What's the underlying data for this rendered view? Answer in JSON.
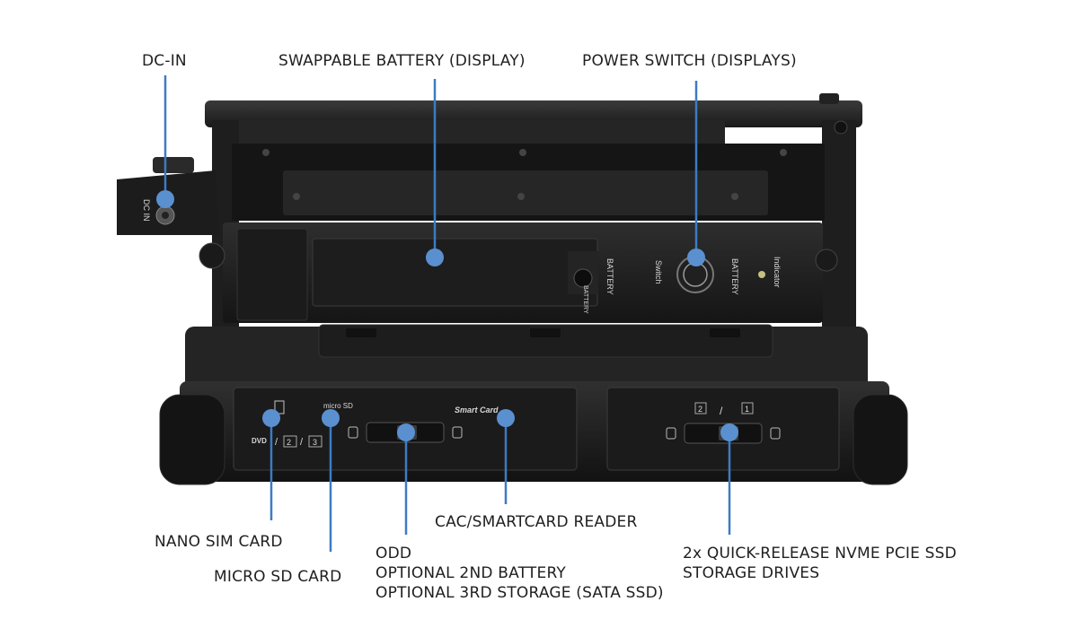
{
  "callouts": {
    "dc_in": "DC-IN",
    "swappable_battery": "SWAPPABLE BATTERY (DISPLAY)",
    "power_switch": "POWER SWITCH (DISPLAYS)",
    "cac_reader": "CAC/SMARTCARD READER",
    "nano_sim": "NANO SIM CARD",
    "micro_sd": "MICRO SD CARD",
    "odd_lines": [
      "ODD",
      "OPTIONAL 2ND BATTERY",
      "OPTIONAL 3RD STORAGE (SATA SSD)"
    ],
    "nvme_lines": [
      "2x QUICK-RELEASE NVME PCIE SSD",
      "STORAGE DRIVES"
    ]
  },
  "device_markings": {
    "dc_in": "DC IN",
    "battery_left": "BATTERY",
    "battery_small": "BATTERY",
    "switch": "Switch",
    "battery_right": "BATTERY",
    "indicator": "Indicator",
    "micro_sd": "micro SD",
    "smart_card": "Smart Card",
    "dvd": "DVD",
    "bay_2": "2",
    "bay_3": "3",
    "slot_2": "2",
    "slot_1": "1",
    "slash_left": "/",
    "slash_left2": "/",
    "slash_right": "/"
  },
  "colors": {
    "callout": "#3d7bc4",
    "dot": "#5a90d0",
    "device_dark": "#1c1c1c",
    "device_mid": "#2a2a2a",
    "text": "#1f1f1f"
  }
}
